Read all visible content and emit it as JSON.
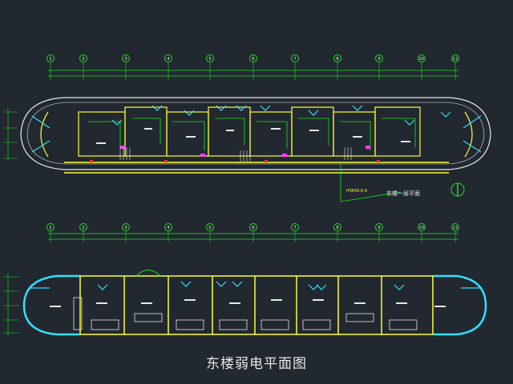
{
  "caption": "东楼弱电平面图",
  "plan_label": "东楼一层平面",
  "cable_label": "HYA50-0.4",
  "axis_labels": [
    "1",
    "2",
    "3",
    "4",
    "5",
    "6",
    "7",
    "8",
    "9",
    "10",
    "11"
  ],
  "colors": {
    "background": "#212830",
    "grid_green": "#20e020",
    "wall_white": "#e8e8e8",
    "wall_yellow": "#ffff30",
    "cyan": "#30e0ff",
    "magenta": "#ff40ff",
    "red": "#ff3030"
  }
}
